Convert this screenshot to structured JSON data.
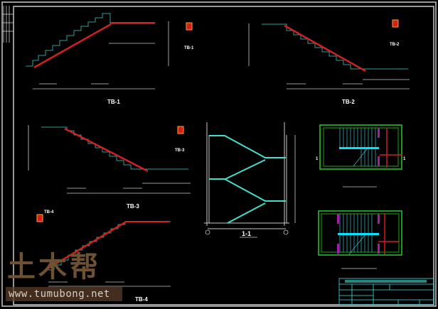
{
  "drawing": {
    "background": "#000000",
    "colors": {
      "frame": "#c8c8c8",
      "stair": "#2aa198",
      "rebar": "#d02020",
      "section": "#40e0d0",
      "plan_wall": "#22cc22",
      "highlight": "#00e5ff",
      "purple": "#a020a0",
      "titleblock": "#40e0e0"
    },
    "views": [
      {
        "id": "tb1",
        "label": "TB-1"
      },
      {
        "id": "tb2",
        "label": "TB-2"
      },
      {
        "id": "tb3",
        "label": "TB-3"
      },
      {
        "id": "tb4",
        "label": "TB-4"
      },
      {
        "id": "section",
        "label": "1-1"
      }
    ],
    "plan_axis_marks": [
      "1",
      "1"
    ],
    "watermark": {
      "logo": "土木帮",
      "url": "www.tumubong.net"
    }
  }
}
